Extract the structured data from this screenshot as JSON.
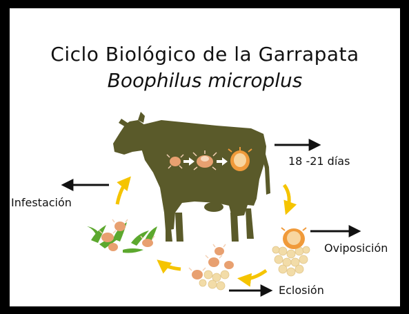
{
  "title": "Ciclo Biológico de la Garrapata",
  "subtitle": "Boophilus microplus",
  "stages": {
    "duration": "18 -21 días",
    "oviposition": "Oviposición",
    "hatching": "Eclosión",
    "infestation": "Infestación"
  },
  "colors": {
    "cow": "#5a5a2a",
    "arrow": "#f5c400",
    "tick": "#e8a070",
    "egg": "#f2dca8",
    "grass": "#5ca82e"
  }
}
